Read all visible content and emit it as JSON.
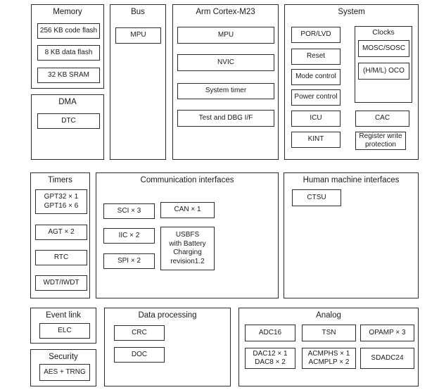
{
  "colors": {
    "border": "#2b2b2b",
    "background": "#ffffff",
    "text": "#1a1a1a"
  },
  "sections": {
    "memory": {
      "title": "Memory",
      "boxes": {
        "code_flash": "256 KB code flash",
        "data_flash": "8 KB data flash",
        "sram": "32 KB SRAM"
      }
    },
    "dma": {
      "title": "DMA",
      "boxes": {
        "dtc": "DTC"
      }
    },
    "bus": {
      "title": "Bus",
      "boxes": {
        "mpu": "MPU"
      }
    },
    "cortex": {
      "title": "Arm Cortex-M23",
      "boxes": {
        "mpu": "MPU",
        "nvic": "NVIC",
        "system_timer": "System timer",
        "test_dbg": "Test and DBG I/F"
      }
    },
    "system": {
      "title": "System",
      "boxes": {
        "por_lvd": "POR/LVD",
        "reset": "Reset",
        "mode_control": "Mode control",
        "power_control": "Power control",
        "icu": "ICU",
        "kint": "KINT",
        "cac": "CAC",
        "register_write_protection": "Register write\nprotection"
      },
      "clocks": {
        "title": "Clocks",
        "boxes": {
          "mosc_sosc": "MOSC/SOSC",
          "oco": "(H/M/L) OCO"
        }
      }
    },
    "timers": {
      "title": "Timers",
      "boxes": {
        "gpt": "GPT32 × 1\nGPT16 × 6",
        "agt": "AGT × 2",
        "rtc": "RTC",
        "wdt": "WDT/IWDT"
      }
    },
    "comm": {
      "title": "Communication interfaces",
      "boxes": {
        "sci": "SCI × 3",
        "iic": "IIC × 2",
        "spi": "SPI × 2",
        "can": "CAN × 1",
        "usbfs": "USBFS\nwith Battery\nCharging\nrevision1.2"
      }
    },
    "hmi": {
      "title": "Human machine interfaces",
      "boxes": {
        "ctsu": "CTSU"
      }
    },
    "event_link": {
      "title": "Event link",
      "boxes": {
        "elc": "ELC"
      }
    },
    "security": {
      "title": "Security",
      "boxes": {
        "aes_trng": "AES + TRNG"
      }
    },
    "data_processing": {
      "title": "Data processing",
      "boxes": {
        "crc": "CRC",
        "doc": "DOC"
      }
    },
    "analog": {
      "title": "Analog",
      "boxes": {
        "adc16": "ADC16",
        "tsn": "TSN",
        "opamp": "OPAMP × 3",
        "dac": "DAC12 × 1\nDAC8 × 2",
        "acmp": "ACMPHS × 1\nACMPLP × 2",
        "sdadc24": "SDADC24"
      }
    }
  }
}
